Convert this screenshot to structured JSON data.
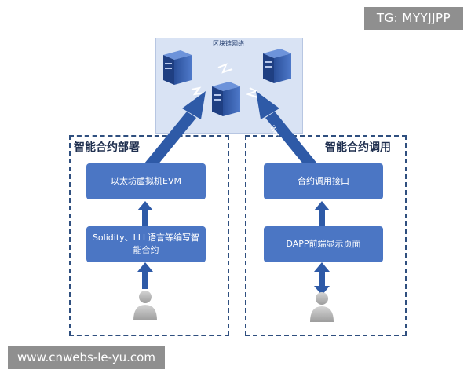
{
  "watermarks": {
    "top_right": "TG: MYYJJPP",
    "bottom_left": "www.cnwebs-le-yu.com"
  },
  "network": {
    "title": "区块链网络",
    "edge_label": "Web3.js API"
  },
  "left_section": {
    "title": "智能合约部署",
    "box_top": "以太坊虚拟机EVM",
    "box_bottom": "Solidity、LLL语言等编写智能合约"
  },
  "right_section": {
    "title": "智能合约调用",
    "box_top": "合约调用接口",
    "box_bottom": "DAPP前端显示页面"
  },
  "colors": {
    "box_fill": "#4b76c4",
    "arrow_fill": "#2e5aa7",
    "network_fill": "#d9e3f4",
    "dashed_border": "#2f4f7f",
    "watermark_bg": "#8f8f8f"
  },
  "icons": [
    "server-icon",
    "lightning-icon",
    "user-icon"
  ]
}
